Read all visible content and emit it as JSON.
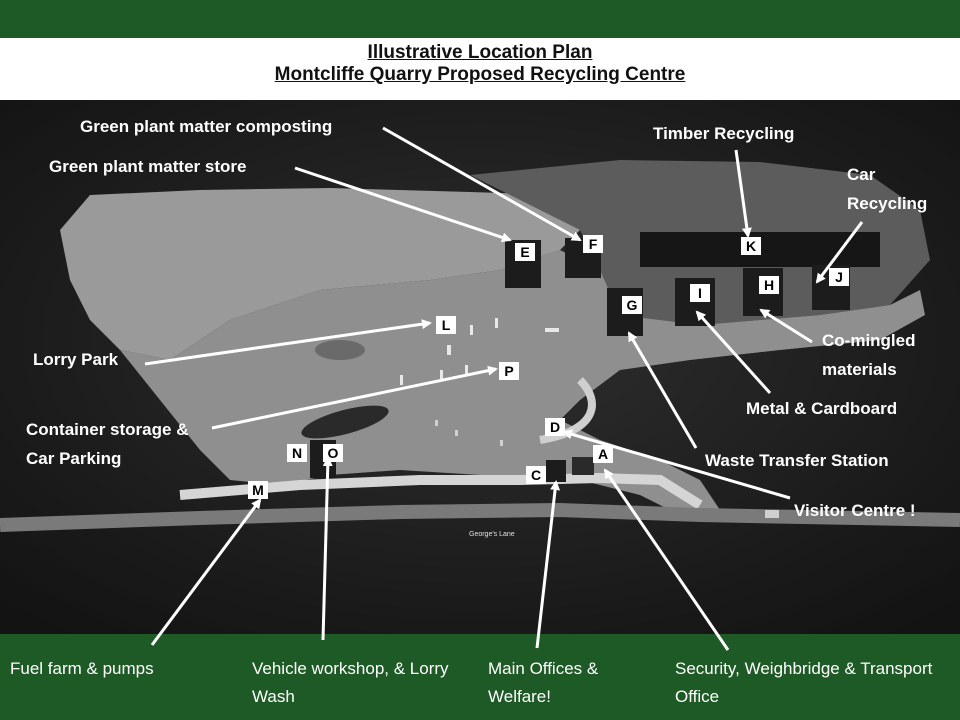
{
  "title": {
    "line1": "Illustrative Location Plan",
    "line2": "Montcliffe Quarry Proposed Recycling Centre"
  },
  "map": {
    "road_label": "George's Lane"
  },
  "site_letters": {
    "A": "A",
    "C": "C",
    "D": "D",
    "E": "E",
    "F": "F",
    "G": "G",
    "H": "H",
    "I": "I",
    "J": "J",
    "K": "K",
    "L": "L",
    "M": "M",
    "N": "N",
    "O": "O",
    "P": "P"
  },
  "labels": {
    "green_composting": "Green plant matter composting",
    "green_store": "Green plant matter store",
    "timber": "Timber Recycling",
    "car_recycling": "Car Recycling",
    "co_mingled": "Co-mingled materials",
    "lorry_park": "Lorry Park",
    "metal_cardboard": "Metal & Cardboard",
    "container_storage": "Container storage & Car Parking",
    "waste_transfer": "Waste Transfer Station",
    "visitor_centre": "Visitor  Centre !",
    "fuel_farm": "Fuel farm & pumps",
    "vehicle_workshop": "Vehicle workshop, & Lorry Wash",
    "main_offices": "Main Offices & Welfare!",
    "security": "Security, Weighbridge & Transport Office"
  },
  "colors": {
    "frame_green": "#1e5a25",
    "label_text": "#ffffff",
    "arrow": "#ffffff"
  }
}
